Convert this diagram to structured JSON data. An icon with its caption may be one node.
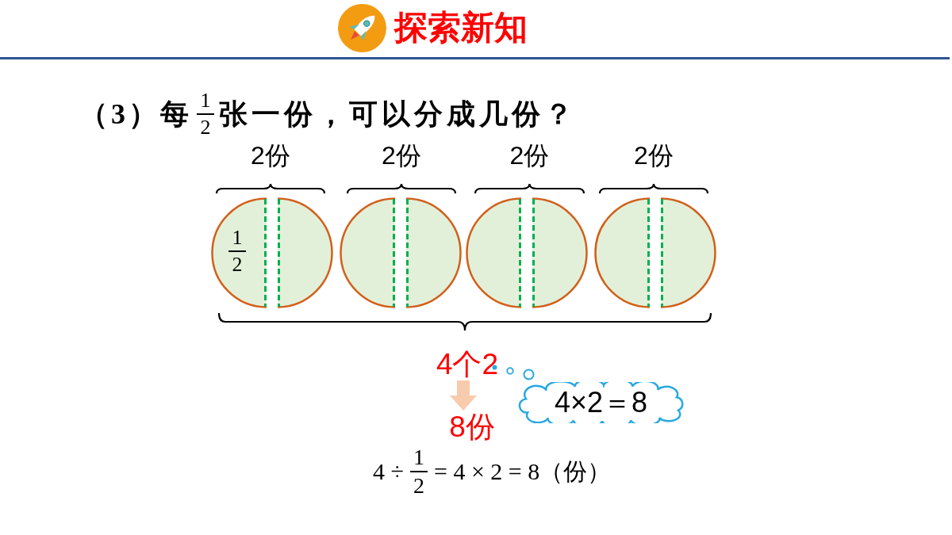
{
  "diagram": {
    "title": "探索新知",
    "nodes": [
      {
        "text": [
          "1",
          "2"
        ]
      },
      {
        "text": [],
        "shape": "semicircle"
      },
      {
        "text": [],
        "shape": "semicircle"
      },
      {
        "text": [],
        "shape": "semicircle"
      },
      {
        "text": [],
        "shape": "semicircle"
      },
      {
        "text": [],
        "shape": "semicircle"
      },
      {
        "text": [],
        "shape": "semicircle"
      },
      {
        "text": [],
        "shape": "semicircle"
      },
      {
        "text": [
          "4个2"
        ]
      },
      {
        "text": [
          "4×2＝8"
        ]
      },
      {
        "text": [
          "8份"
        ]
      }
    ],
    "edges": [
      {
        "from": 8,
        "to": 10,
        "arrow": "to",
        "style": "thick",
        "color": "#f8cbad"
      }
    ],
    "labels": [
      "（3）每",
      "1",
      "2",
      "张一份，可以分成几份？",
      "2份",
      "2份",
      "2份",
      "2份",
      "4 ÷",
      "1",
      "2",
      "= 4 × 2 = 8（份）"
    ]
  }
}
